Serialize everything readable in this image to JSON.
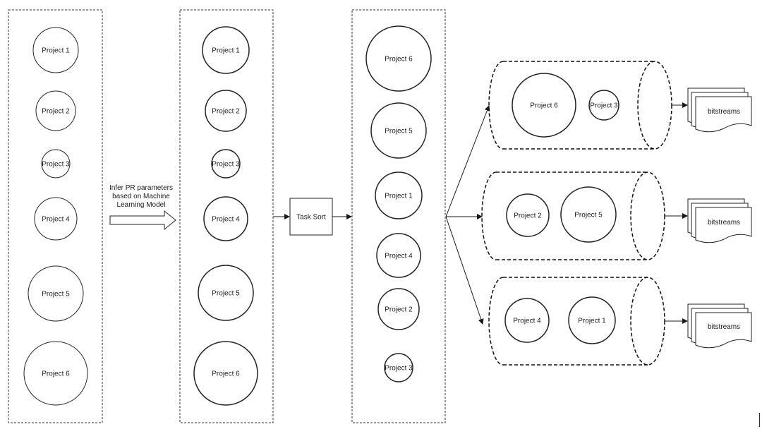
{
  "columns": {
    "input": [
      "Project 1",
      "Project 2",
      "Project 3",
      "Project 4",
      "Project 5",
      "Project 6"
    ],
    "inferred": [
      "Project 1",
      "Project 2",
      "Project 3",
      "Project 4",
      "Project 5",
      "Project 6"
    ],
    "sorted": [
      "Project 6",
      "Project 5",
      "Project 1",
      "Project 4",
      "Project 2",
      "Project 3"
    ]
  },
  "infer_label": [
    "Infer PR parameters",
    "based on Machine",
    "Learning Model"
  ],
  "task_sort_label": "Task Sort",
  "regions": [
    {
      "projects": [
        "Project 6",
        "Project 3"
      ],
      "output": "bitstreams"
    },
    {
      "projects": [
        "Project 2",
        "Project 5"
      ],
      "output": "bitstreams"
    },
    {
      "projects": [
        "Project 4",
        "Project 1"
      ],
      "output": "bitstreams"
    }
  ]
}
